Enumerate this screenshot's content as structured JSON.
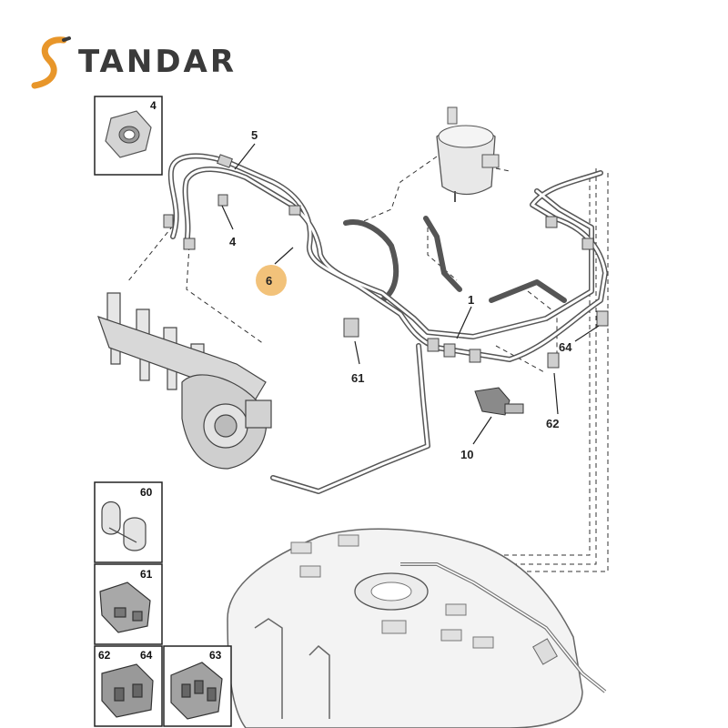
{
  "brand": {
    "name": "TANDAR",
    "logo_glyph": "S-shaped logo mark",
    "logo_color": "#e8962a"
  },
  "callouts": {
    "c1": "1",
    "c4": "4",
    "c5": "5",
    "c6": "6",
    "c10": "10",
    "c61": "61",
    "c62": "62",
    "c64": "64"
  },
  "insets": {
    "nut": "4",
    "clip60": "60",
    "clip61": "61",
    "clip62": "62",
    "clip64": "64",
    "clip63": "63"
  },
  "highlight_color": "#f2c27a"
}
